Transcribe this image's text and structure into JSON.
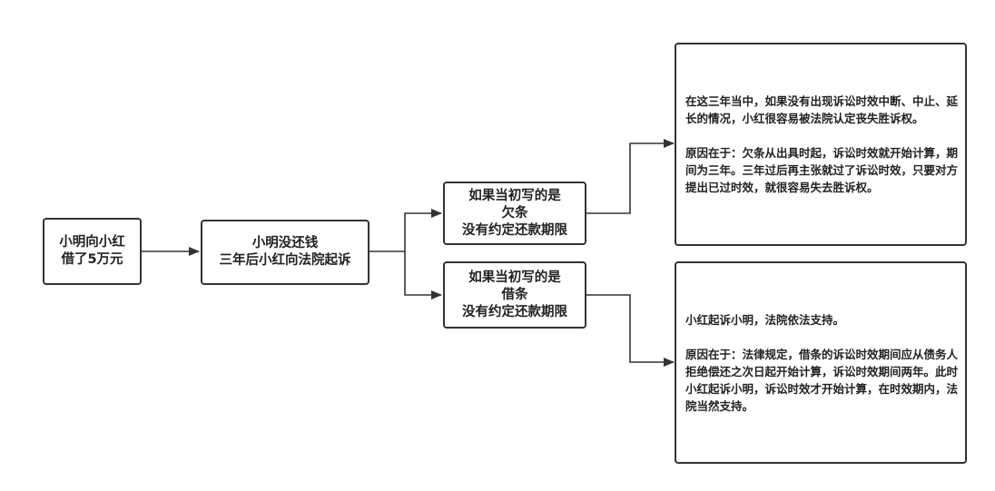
{
  "nodes": {
    "start": {
      "line1": "小明向小红",
      "line2": "借了5万元"
    },
    "middle": {
      "line1": "小明没还钱",
      "line2": "三年后小红向法院起诉"
    },
    "branch_iou": {
      "line1": "如果当初写的是",
      "line2": "欠条",
      "line3": "没有约定还款期限"
    },
    "branch_loan": {
      "line1": "如果当初写的是",
      "line2": "借条",
      "line3": "没有约定还款期限"
    }
  },
  "notes": {
    "iou": {
      "para1": "在这三年当中，如果没有出现诉讼时效中断、中止、延长的情况，小红很容易被法院认定丧失胜诉权。",
      "para2": "原因在于：欠条从出具时起，诉讼时效就开始计算，期间为三年。三年过后再主张就过了诉讼时效，只要对方提出已过时效，就很容易失去胜诉权。"
    },
    "loan": {
      "para1": "小红起诉小明，法院依法支持。",
      "para2": "原因在于：法律规定，借条的诉讼时效期间应从债务人拒绝偿还之次日起开始计算，诉讼时效期间两年。此时小红起诉小明，诉讼时效才开始计算，在时效期内，法院当然支持。"
    }
  },
  "colors": {
    "border": "#333333",
    "text": "#222222",
    "background": "#ffffff"
  }
}
